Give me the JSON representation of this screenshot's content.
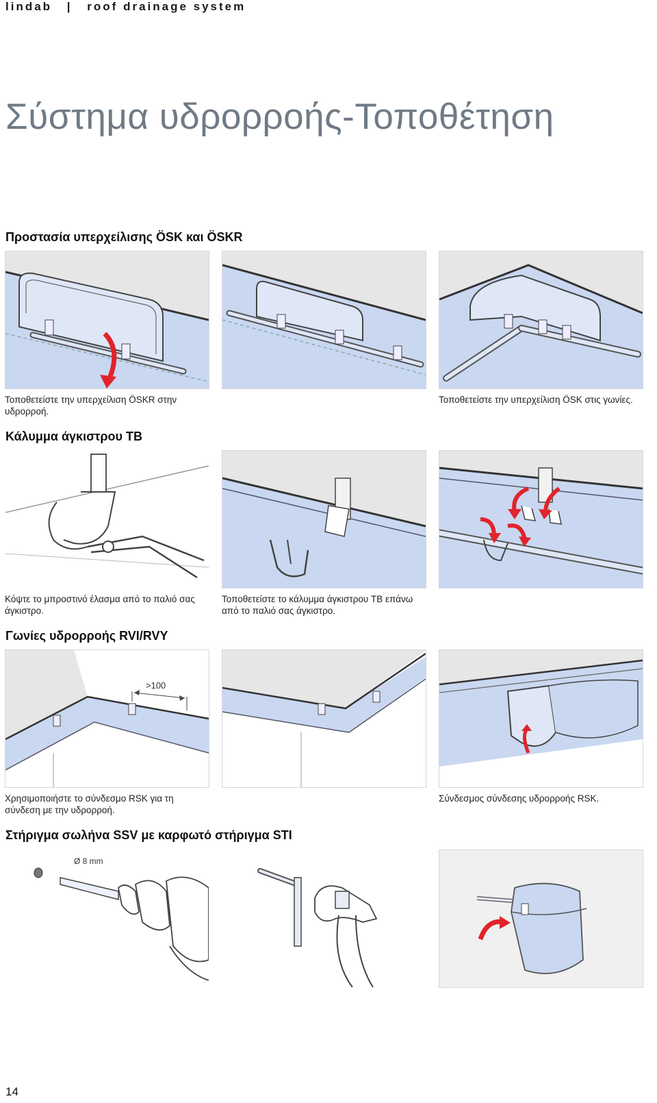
{
  "header": {
    "brand": "lindab",
    "separator": "|",
    "product": "roof drainage system"
  },
  "page_title": "Σύστημα υδρορροής-Τοποθέτηση",
  "sections": [
    {
      "title": "Προστασία υπερχείλισης ÖSK και ÖSKR",
      "captions": [
        "Τοποθετείστε την υπερχείλιση ÖSKR στην υδρορροή.",
        "",
        "Τοποθετείστε την υπερχείλιση ÖSK στις γωνίες."
      ]
    },
    {
      "title": "Κάλυμμα άγκιστρου TB",
      "captions": [
        "Κόψτε το μπροστινό έλασμα από το παλιό σας άγκιστρο.",
        "Τοποθετείστε το κάλυμμα άγκιστρου TB επάνω από το παλιό σας άγκιστρο.",
        ""
      ]
    },
    {
      "title": "Γωνίες υδρορροής RVI/RVY",
      "captions": [
        "Χρησιμοποιήστε το σύνδεσμο RSK για τη σύνδεση με την υδρορροή.",
        "",
        "Σύνδεσμος σύνδεσης υδρορροής RSK."
      ],
      "dimension_label": ">100"
    },
    {
      "title": "Στήριγμα σωλήνα SSV με καρφωτό στήριγμα STI",
      "captions": [
        "",
        "",
        ""
      ],
      "drill_label": "Ø 8 mm"
    }
  ],
  "page_number": "14",
  "colors": {
    "gutter_blue": "#c9d7f0",
    "arrow_red": "#e0242a",
    "title_grey": "#6f7a86",
    "roof_grey": "#e6e6e6"
  }
}
